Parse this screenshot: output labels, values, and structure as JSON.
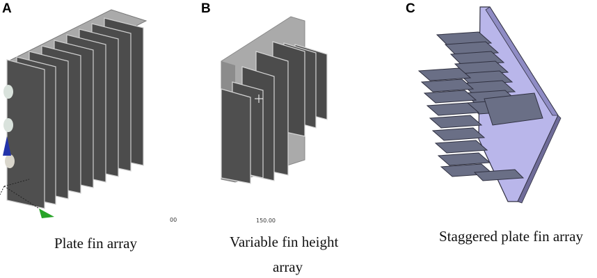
{
  "panels": [
    {
      "letter": "A",
      "caption": "Plate fin array"
    },
    {
      "letter": "B",
      "caption_line1": "Variable fin height",
      "caption_line2": "array"
    },
    {
      "letter": "C",
      "caption": "Staggered plate fin array"
    }
  ],
  "scale_labels": {
    "a": "00",
    "b": "150.00"
  },
  "colors": {
    "fin_dark": "#4a4a4a",
    "fin_top": "#a9a9a9",
    "base_purple": "#b9b6ea",
    "fin_purple": "#6a6f86"
  }
}
